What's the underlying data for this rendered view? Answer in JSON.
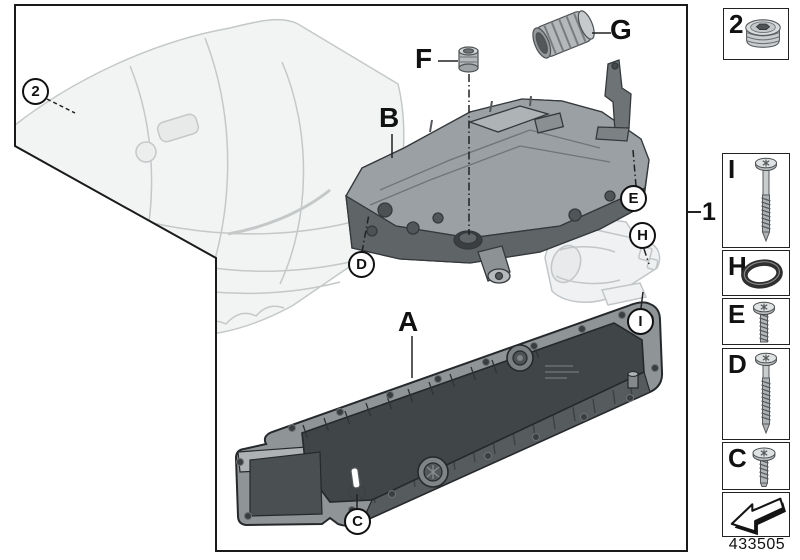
{
  "figure": {
    "drawing_number": "433505",
    "ink_color": "#1a1a1a",
    "ghost_color": "#c5c8c9",
    "part_dark": "#5f6467",
    "part_mid": "#7b8084",
    "part_light": "#9aa0a3"
  },
  "callouts": {
    "assembly": "1",
    "drain_plug": "2",
    "oil_pan": "A",
    "mechatronics": "B",
    "screw_c": "C",
    "screw_d": "D",
    "screw_e": "E",
    "adapter_f": "F",
    "sleeve_g": "G",
    "o_ring_h": "H",
    "screw_i": "I"
  },
  "legend": {
    "items": [
      {
        "label": "2",
        "icon": "drain-plug-icon"
      },
      {
        "label": "I",
        "icon": "torx-screw-long-icon"
      },
      {
        "label": "H",
        "icon": "o-ring-icon"
      },
      {
        "label": "E",
        "icon": "torx-screw-medium-icon"
      },
      {
        "label": "D",
        "icon": "torx-screw-xlong-icon"
      },
      {
        "label": "C",
        "icon": "torx-screw-short-icon"
      },
      {
        "label": "",
        "icon": "direction-arrow-icon"
      }
    ]
  }
}
